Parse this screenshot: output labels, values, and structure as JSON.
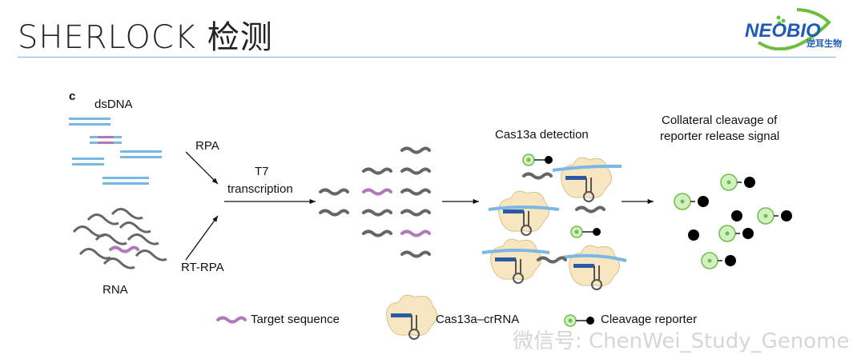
{
  "header": {
    "title": "SHERLOCK 检测",
    "logo": {
      "text": "NEOBIO",
      "subtext": "逆耳生物"
    }
  },
  "figure": {
    "panel_label": "c",
    "labels": {
      "dsdna": "dsDNA",
      "rna": "RNA",
      "rpa": "RPA",
      "rt_rpa": "RT-RPA",
      "t7": "T7",
      "transcription": "transcription",
      "cas13a_detection": "Cas13a detection",
      "collateral_1": "Collateral cleavage of",
      "collateral_2": "reporter release signal"
    },
    "legend": {
      "target": "Target sequence",
      "cas13a": "Cas13a–crRNA",
      "reporter": "Cleavage reporter"
    },
    "colors": {
      "dna": "#7ab8e6",
      "target": "#b07ab8",
      "rna": "#666666",
      "cas13a": "#f7e6c0",
      "crRNA": "#2a5aa6",
      "reporter_green": "#6cc04a"
    }
  },
  "watermark": "微信号: ChenWei_Study_Genome"
}
